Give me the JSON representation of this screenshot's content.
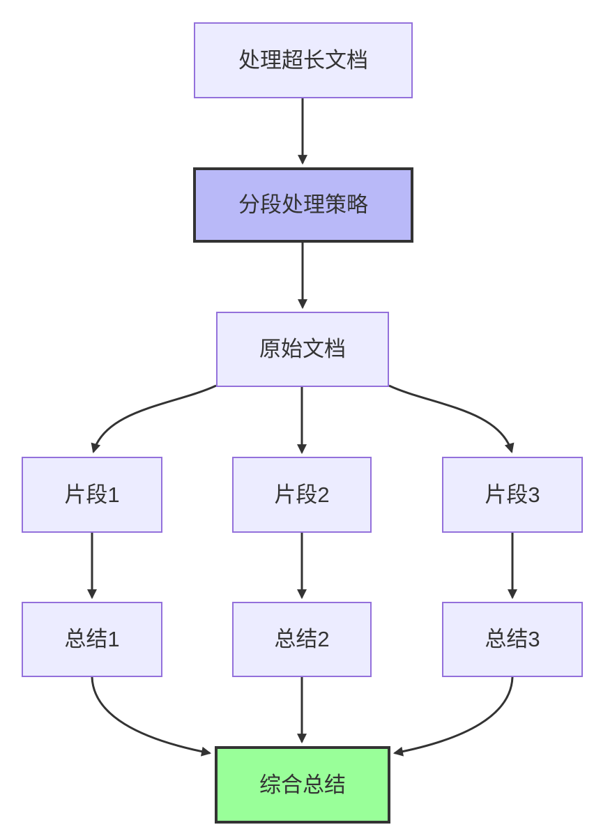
{
  "diagram": {
    "kind": "flowchart-top-down",
    "background_color": "#ffffff",
    "colors": {
      "default_node_fill": "#ECECFF",
      "default_node_border": "#9370DB",
      "highlight_node_fill": "#b9b9f8",
      "highlight_node_border": "#333333",
      "result_node_fill": "#99ff99",
      "result_node_border": "#333333",
      "edge_color": "#333333",
      "text_color": "#333333"
    },
    "nodes": [
      {
        "id": "A",
        "label": "处理超长文档",
        "style": "default"
      },
      {
        "id": "B",
        "label": "分段处理策略",
        "style": "highlight"
      },
      {
        "id": "C",
        "label": "原始文档",
        "style": "default"
      },
      {
        "id": "D1",
        "label": "片段1",
        "style": "default"
      },
      {
        "id": "D2",
        "label": "片段2",
        "style": "default"
      },
      {
        "id": "D3",
        "label": "片段3",
        "style": "default"
      },
      {
        "id": "S1",
        "label": "总结1",
        "style": "default"
      },
      {
        "id": "S2",
        "label": "总结2",
        "style": "default"
      },
      {
        "id": "S3",
        "label": "总结3",
        "style": "default"
      },
      {
        "id": "H",
        "label": "综合总结",
        "style": "result"
      }
    ],
    "edges": [
      {
        "from": "处理超长文档",
        "to": "分段处理策略"
      },
      {
        "from": "分段处理策略",
        "to": "原始文档"
      },
      {
        "from": "原始文档",
        "to": "片段1"
      },
      {
        "from": "原始文档",
        "to": "片段2"
      },
      {
        "from": "原始文档",
        "to": "片段3"
      },
      {
        "from": "片段1",
        "to": "总结1"
      },
      {
        "from": "片段2",
        "to": "总结2"
      },
      {
        "from": "片段3",
        "to": "总结3"
      },
      {
        "from": "总结1",
        "to": "综合总结"
      },
      {
        "from": "总结2",
        "to": "综合总结"
      },
      {
        "from": "总结3",
        "to": "综合总结"
      }
    ]
  }
}
